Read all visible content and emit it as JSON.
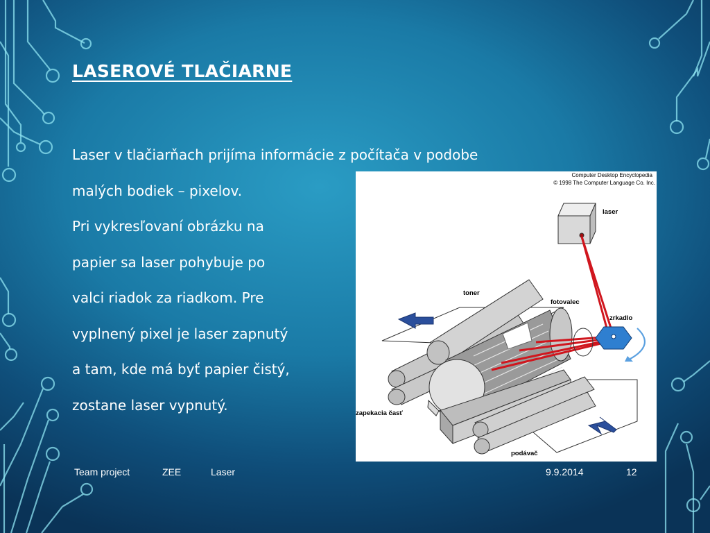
{
  "slide": {
    "title": "LASEROVÉ TLAČIARNE",
    "body_lines": [
      "Laser v tlačiarňach prijíma informácie z počítača v podobe",
      "malých bodiek – pixelov.",
      "Pri vykresľovaní obrázku na",
      "papier sa laser pohybuje po",
      "valci riadok za riadkom. Pre",
      "vyplnený pixel je laser zapnutý",
      "a tam, kde má byť papier čistý,",
      "zostane laser vypnutý."
    ]
  },
  "figure": {
    "credit_line1": "Computer Desktop Encyclopedia",
    "credit_line2": "© 1998 The Computer Language Co. Inc.",
    "labels": {
      "laser": "laser",
      "toner": "toner",
      "fotovalec": "fotovalec",
      "zrkadlo": "zrkadlo",
      "zapekacia": "zapekacia časť",
      "podavac": "podávač"
    }
  },
  "footer": {
    "team": "Team project",
    "zee": "ZEE",
    "topic": "Laser",
    "date": "9.9.2014",
    "page": "12"
  },
  "colors": {
    "background": "#1a7aa6",
    "circuit": "#7fe0f0",
    "laser_beam": "#d0161e",
    "arrow": "#2b4f9c",
    "mirror": "#2f7fd0"
  }
}
